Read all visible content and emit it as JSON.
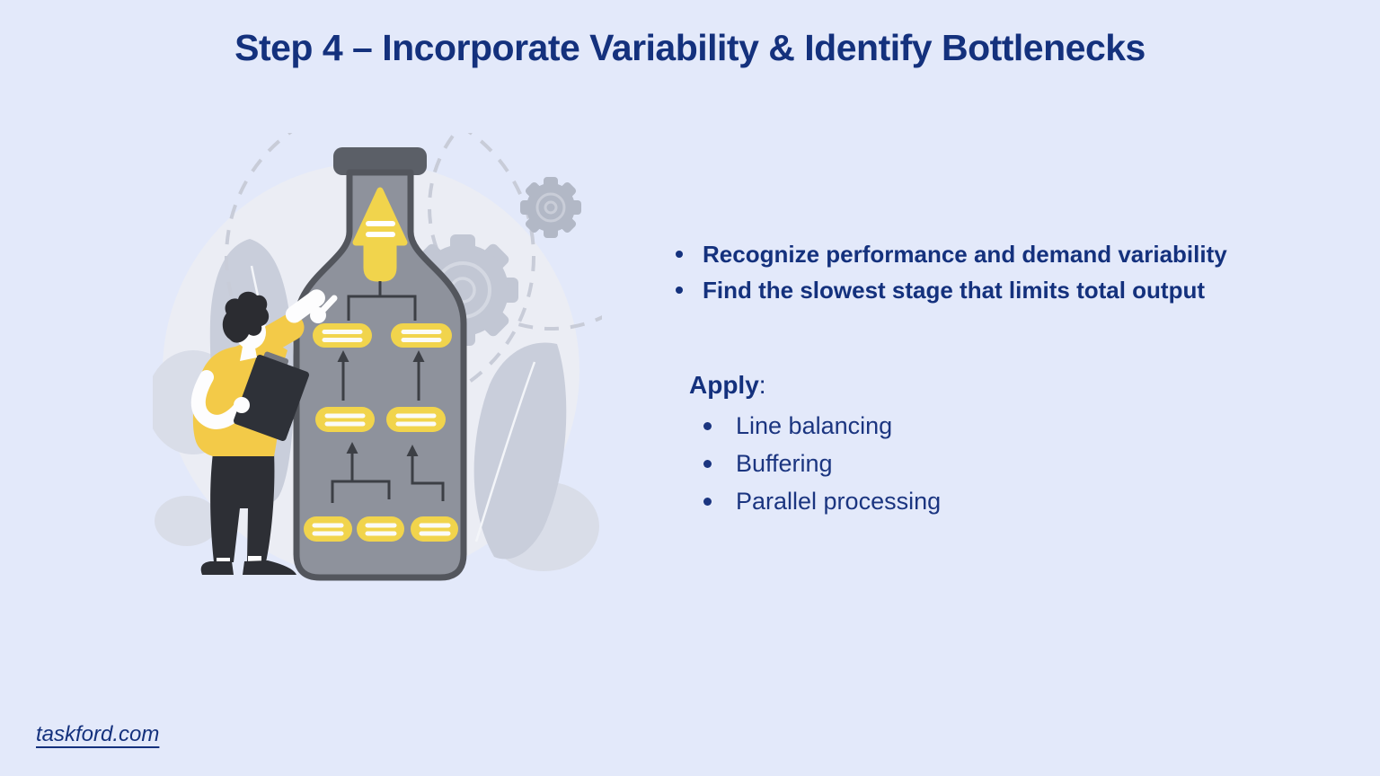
{
  "page": {
    "background": "#e3e9fa",
    "navy": "#14317d",
    "yellow": "#f1d44c"
  },
  "header": {
    "title": "Step 4 – Incorporate Variability & Identify Bottlenecks"
  },
  "key_points": [
    "Recognize performance and demand variability",
    "Find the slowest stage that limits total output"
  ],
  "apply_section": {
    "label": "Apply",
    "colon": ":",
    "items": [
      "Line balancing",
      "Buffering",
      "Parallel processing"
    ]
  },
  "footer": {
    "site": "taskford.com"
  },
  "illustration": {
    "alt": "Man with a clipboard pointing at a large bottle containing a flowchart of yellow stages feeding an upward arrow, gears and dashed circles in the background",
    "colors": {
      "bottle": "#8e929c",
      "bottle_outline": "#53565d",
      "node_yellow": "#f1d44c",
      "connector": "#3c3f45",
      "shirt_yellow": "#f3ca48",
      "gear_gray": "#c2c7d4"
    }
  }
}
